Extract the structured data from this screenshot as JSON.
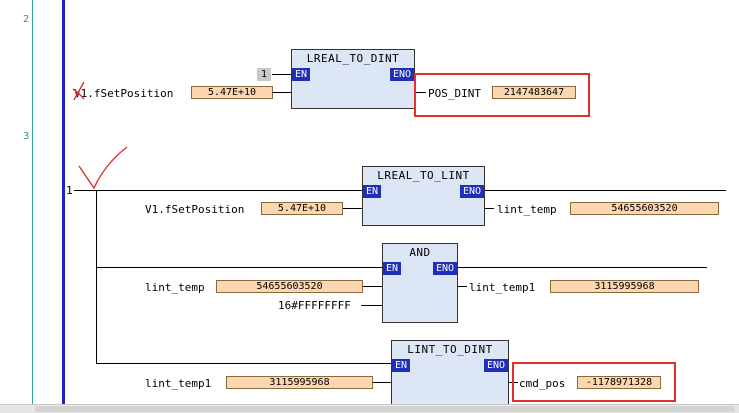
{
  "rungs": [
    {
      "number": "2",
      "block": {
        "name": "LREAL_TO_DINT",
        "en": "EN",
        "eno": "ENO",
        "en_const": "1"
      },
      "input": {
        "var": "V1.fSetPosition",
        "value": "5.47E+10"
      },
      "output": {
        "var": "POS_DINT",
        "value": "2147483647"
      }
    },
    {
      "number": "3",
      "branch_label": "1",
      "blocks": [
        {
          "name": "LREAL_TO_LINT",
          "en": "EN",
          "eno": "ENO",
          "inputs": [
            {
              "var": "V1.fSetPosition",
              "value": "5.47E+10"
            }
          ],
          "output": {
            "var": "lint_temp",
            "value": "54655603520"
          }
        },
        {
          "name": "AND",
          "en": "EN",
          "eno": "ENO",
          "inputs": [
            {
              "var": "lint_temp",
              "value": "54655603520"
            },
            {
              "var": "16#FFFFFFFF"
            }
          ],
          "output": {
            "var": "lint_temp1",
            "value": "3115995968"
          }
        },
        {
          "name": "LINT_TO_DINT",
          "en": "EN",
          "eno": "ENO",
          "inputs": [
            {
              "var": "lint_temp1",
              "value": "3115995968"
            }
          ],
          "output": {
            "var": "cmd_pos",
            "value": "-1178971328"
          }
        }
      ]
    }
  ],
  "annotation_colors": {
    "highlight": "#e03030",
    "marks": "#e03030"
  },
  "icons": {
    "cross_mark": "red-cross-mark-icon",
    "check_mark": "red-check-mark-icon"
  }
}
